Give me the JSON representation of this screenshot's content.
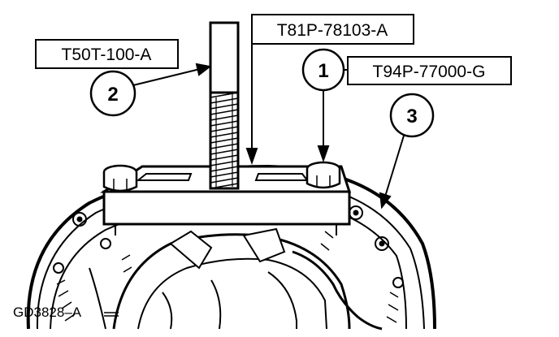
{
  "figure": {
    "code": "GD3828–A",
    "tool_labels": {
      "forcing_screw": "T50T-100-A",
      "puller_bar": "T81P-78103-A",
      "puller_attachment": "T94P-77000-G"
    },
    "callouts": {
      "one": "1",
      "two": "2",
      "three": "3"
    }
  },
  "colors": {
    "ink": "#000000",
    "paper": "#ffffff"
  }
}
